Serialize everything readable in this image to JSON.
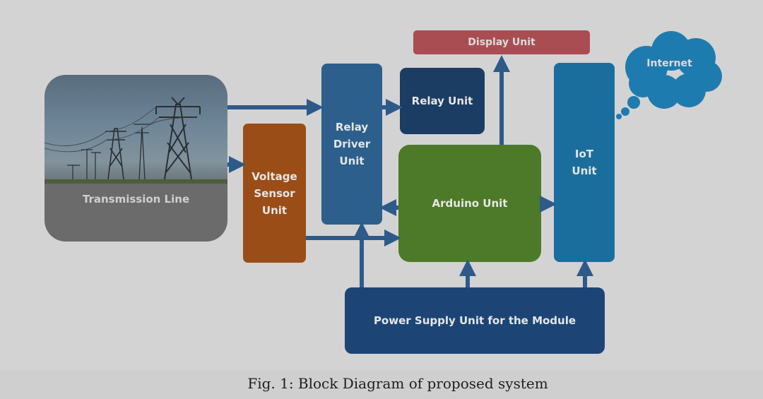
{
  "blocks": {
    "transmission_line": "Transmission Line",
    "voltage_sensor": "Voltage\nSensor\nUnit",
    "relay_driver": "Relay\nDriver\nUnit",
    "relay_unit": "Relay Unit",
    "arduino": "Arduino Unit",
    "iot": "IoT\nUnit",
    "display": "Display Unit",
    "internet": "Internet",
    "power_supply": "Power Supply Unit for the Module"
  },
  "caption": "Fig. 1: Block Diagram of proposed system",
  "colors": {
    "transmission_line": "#6b6b6b",
    "voltage_sensor": "#9a4d17",
    "relay_driver": "#2c5f8c",
    "relay_unit": "#1c3d63",
    "arduino": "#4d7a28",
    "iot": "#1a6e9e",
    "display": "#a94d52",
    "internet": "#1e7bb0",
    "power_supply": "#1c4575",
    "arrow": "#2e5a8a"
  }
}
